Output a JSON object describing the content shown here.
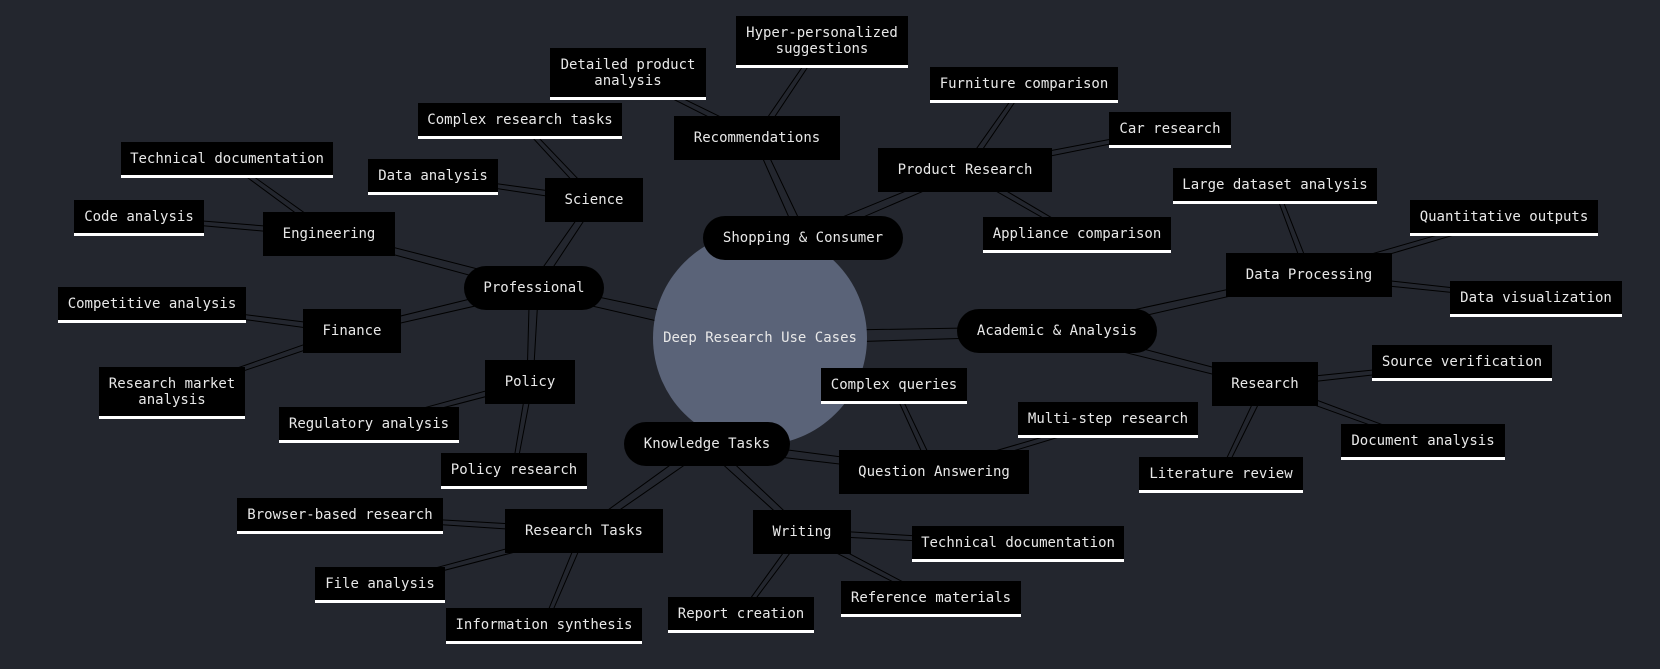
{
  "diagram": {
    "root": "Deep Research Use Cases",
    "branches": [
      {
        "label": "Professional",
        "children": [
          {
            "label": "Science",
            "children": [
              "Complex research tasks",
              "Data analysis"
            ]
          },
          {
            "label": "Engineering",
            "children": [
              "Technical documentation",
              "Code analysis"
            ]
          },
          {
            "label": "Finance",
            "children": [
              "Competitive analysis",
              "Research market\nanalysis"
            ]
          },
          {
            "label": "Policy",
            "children": [
              "Regulatory analysis",
              "Policy research"
            ]
          }
        ]
      },
      {
        "label": "Shopping & Consumer",
        "children": [
          {
            "label": "Recommendations",
            "children": [
              "Detailed product\nanalysis",
              "Hyper-personalized\nsuggestions"
            ]
          },
          {
            "label": "Product Research",
            "children": [
              "Furniture comparison",
              "Car research",
              "Appliance comparison"
            ]
          }
        ]
      },
      {
        "label": "Academic & Analysis",
        "children": [
          {
            "label": "Data Processing",
            "children": [
              "Large dataset analysis",
              "Quantitative outputs",
              "Data visualization"
            ]
          },
          {
            "label": "Research",
            "children": [
              "Source verification",
              "Document analysis",
              "Literature review"
            ]
          }
        ]
      },
      {
        "label": "Knowledge Tasks",
        "children": [
          {
            "label": "Question Answering",
            "children": [
              "Complex queries",
              "Multi-step research"
            ]
          },
          {
            "label": "Research Tasks",
            "children": [
              "Browser-based research",
              "File analysis",
              "Information synthesis"
            ]
          },
          {
            "label": "Writing",
            "children": [
              "Technical documentation",
              "Reference materials",
              "Report creation"
            ]
          }
        ]
      }
    ]
  },
  "colors": {
    "background": "#23262e",
    "root_fill": "#5a6378",
    "node_fill": "#000000",
    "text": "#e8e8e8",
    "leaf_underline": "#ffffff"
  }
}
